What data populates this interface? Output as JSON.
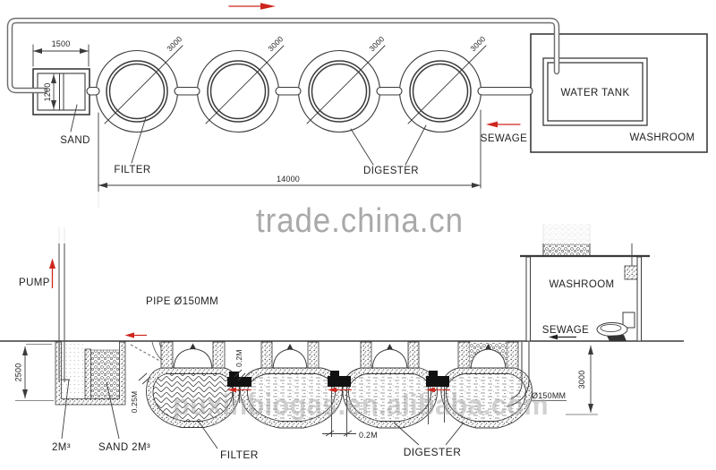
{
  "watermarks": {
    "center": "trade.china.cn",
    "bottom": "puxinbiogas.en.alibaba.com"
  },
  "plan": {
    "sand_label": "SAND",
    "filter_label": "FILTER",
    "digester_label": "DIGESTER",
    "sewage_label": "SEWAGE",
    "water_tank_label": "WATER TANK",
    "washroom_label": "WASHROOM",
    "dim_sand_width": "1500",
    "dim_sand_height": "1200",
    "dim_digester_diameter": "3000",
    "dim_total_length": "14000"
  },
  "section": {
    "pump_label": "PUMP",
    "pipe_label": "PIPE Ø150MM",
    "tank_volume_label": "2M³",
    "sand_volume_label": "SAND 2M³",
    "filter_label": "FILTER",
    "digester_label": "DIGESTER",
    "washroom_label": "WASHROOM",
    "sewage_label": "SEWAGE",
    "pipe_diameter_label": "Ø150MM",
    "dim_tank_depth": "2500",
    "dim_inlet_depth": "0.25M",
    "dim_neck": "0.2M",
    "dim_gap": "0.2M",
    "dim_washroom_depth": "3000"
  },
  "colors": {
    "line": "#3b3b3b",
    "red": "#cf261d",
    "watermark": "#a9a9a9"
  }
}
